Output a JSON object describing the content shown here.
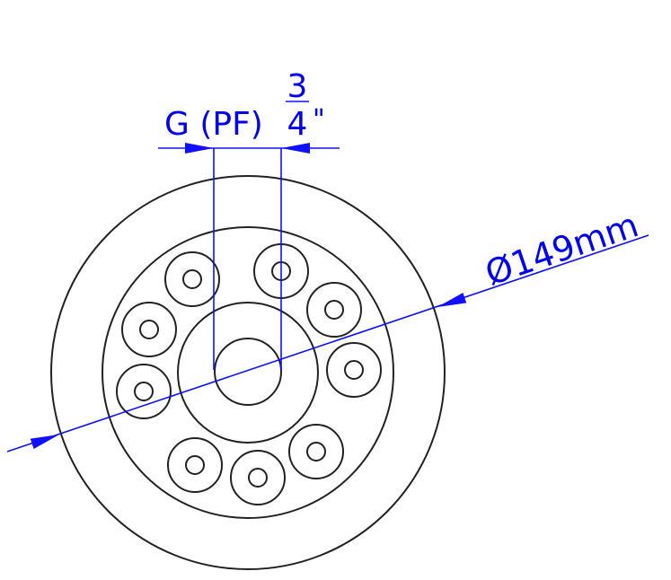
{
  "thread_label": {
    "prefix": "G (PF)",
    "numerator": "3",
    "denominator": "4",
    "unit": "\""
  },
  "diameter_label": "Ø149mm",
  "colors": {
    "dimension": "#1010ff",
    "outline": "#222222"
  }
}
